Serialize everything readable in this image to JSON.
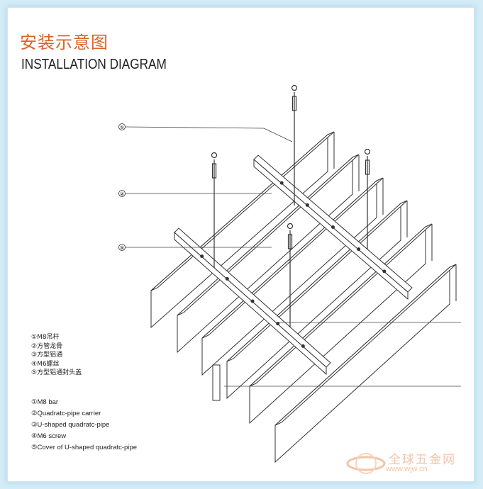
{
  "title_cn": "安装示意图",
  "title_en": "INSTALLATION DIAGRAM",
  "callouts": [
    "①",
    "②",
    "⑤"
  ],
  "legend_cn": [
    "①M8吊杆",
    "②方管龙骨",
    "③方型铝通",
    "④M6螺丝",
    "⑤方型铝通封头盖"
  ],
  "legend_en": [
    "①M8 bar",
    "②Quadratc-pipe carrier",
    "③U-shaped quadratc-pipe",
    "④M6 screw",
    "⑤Cover of U-shaped quadratc-pipe"
  ],
  "watermark": {
    "name": "全球五金网",
    "url": "www.wjw.cn",
    "color": "#f5c3a6"
  },
  "colors": {
    "title_cn": "#e0602a",
    "line": "#333333",
    "frame_bg": "#d6ecf7"
  }
}
